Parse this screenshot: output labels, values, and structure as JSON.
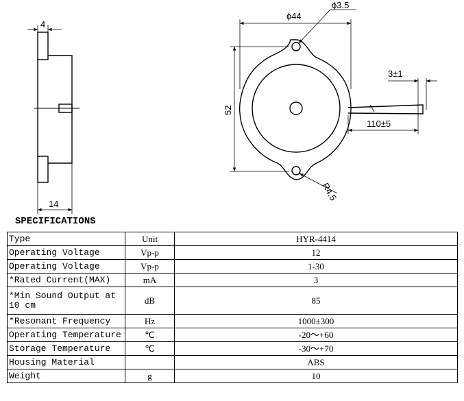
{
  "drawing": {
    "side_view": {
      "thickness_top": "4",
      "width_bottom": "14"
    },
    "front_view": {
      "hole_diameter": "ϕ3.5",
      "outer_diameter": "ϕ44",
      "height": "52",
      "radius": "R4.5",
      "wire_tip": "3±1",
      "wire_length": "110±5"
    }
  },
  "spec_heading": "SPECIFICATIONS",
  "spec_rows": [
    {
      "param": "Type",
      "unit": "Unit",
      "value": "HYR-4414"
    },
    {
      "param": "Operating Voltage",
      "unit": "Vp-p",
      "value": "12"
    },
    {
      "param": "Operating Voltage",
      "unit": "Vp-p",
      "value": "1-30"
    },
    {
      "param": "*Rated Current(MAX)",
      "unit": "mA",
      "value": "3"
    },
    {
      "param": "*Min Sound Output at 10 cm",
      "unit": "dB",
      "value": "85"
    },
    {
      "param": "*Resonant Frequency",
      "unit": "Hz",
      "value": "1000±300"
    },
    {
      "param": "Operating Temperature",
      "unit": "℃",
      "value": "-20～+60"
    },
    {
      "param": "Storage Temperature",
      "unit": "℃",
      "value": "-30～+70"
    },
    {
      "param": "Housing Material",
      "unit": "",
      "value": "ABS"
    },
    {
      "param": "Weight",
      "unit": "g",
      "value": "10"
    }
  ]
}
